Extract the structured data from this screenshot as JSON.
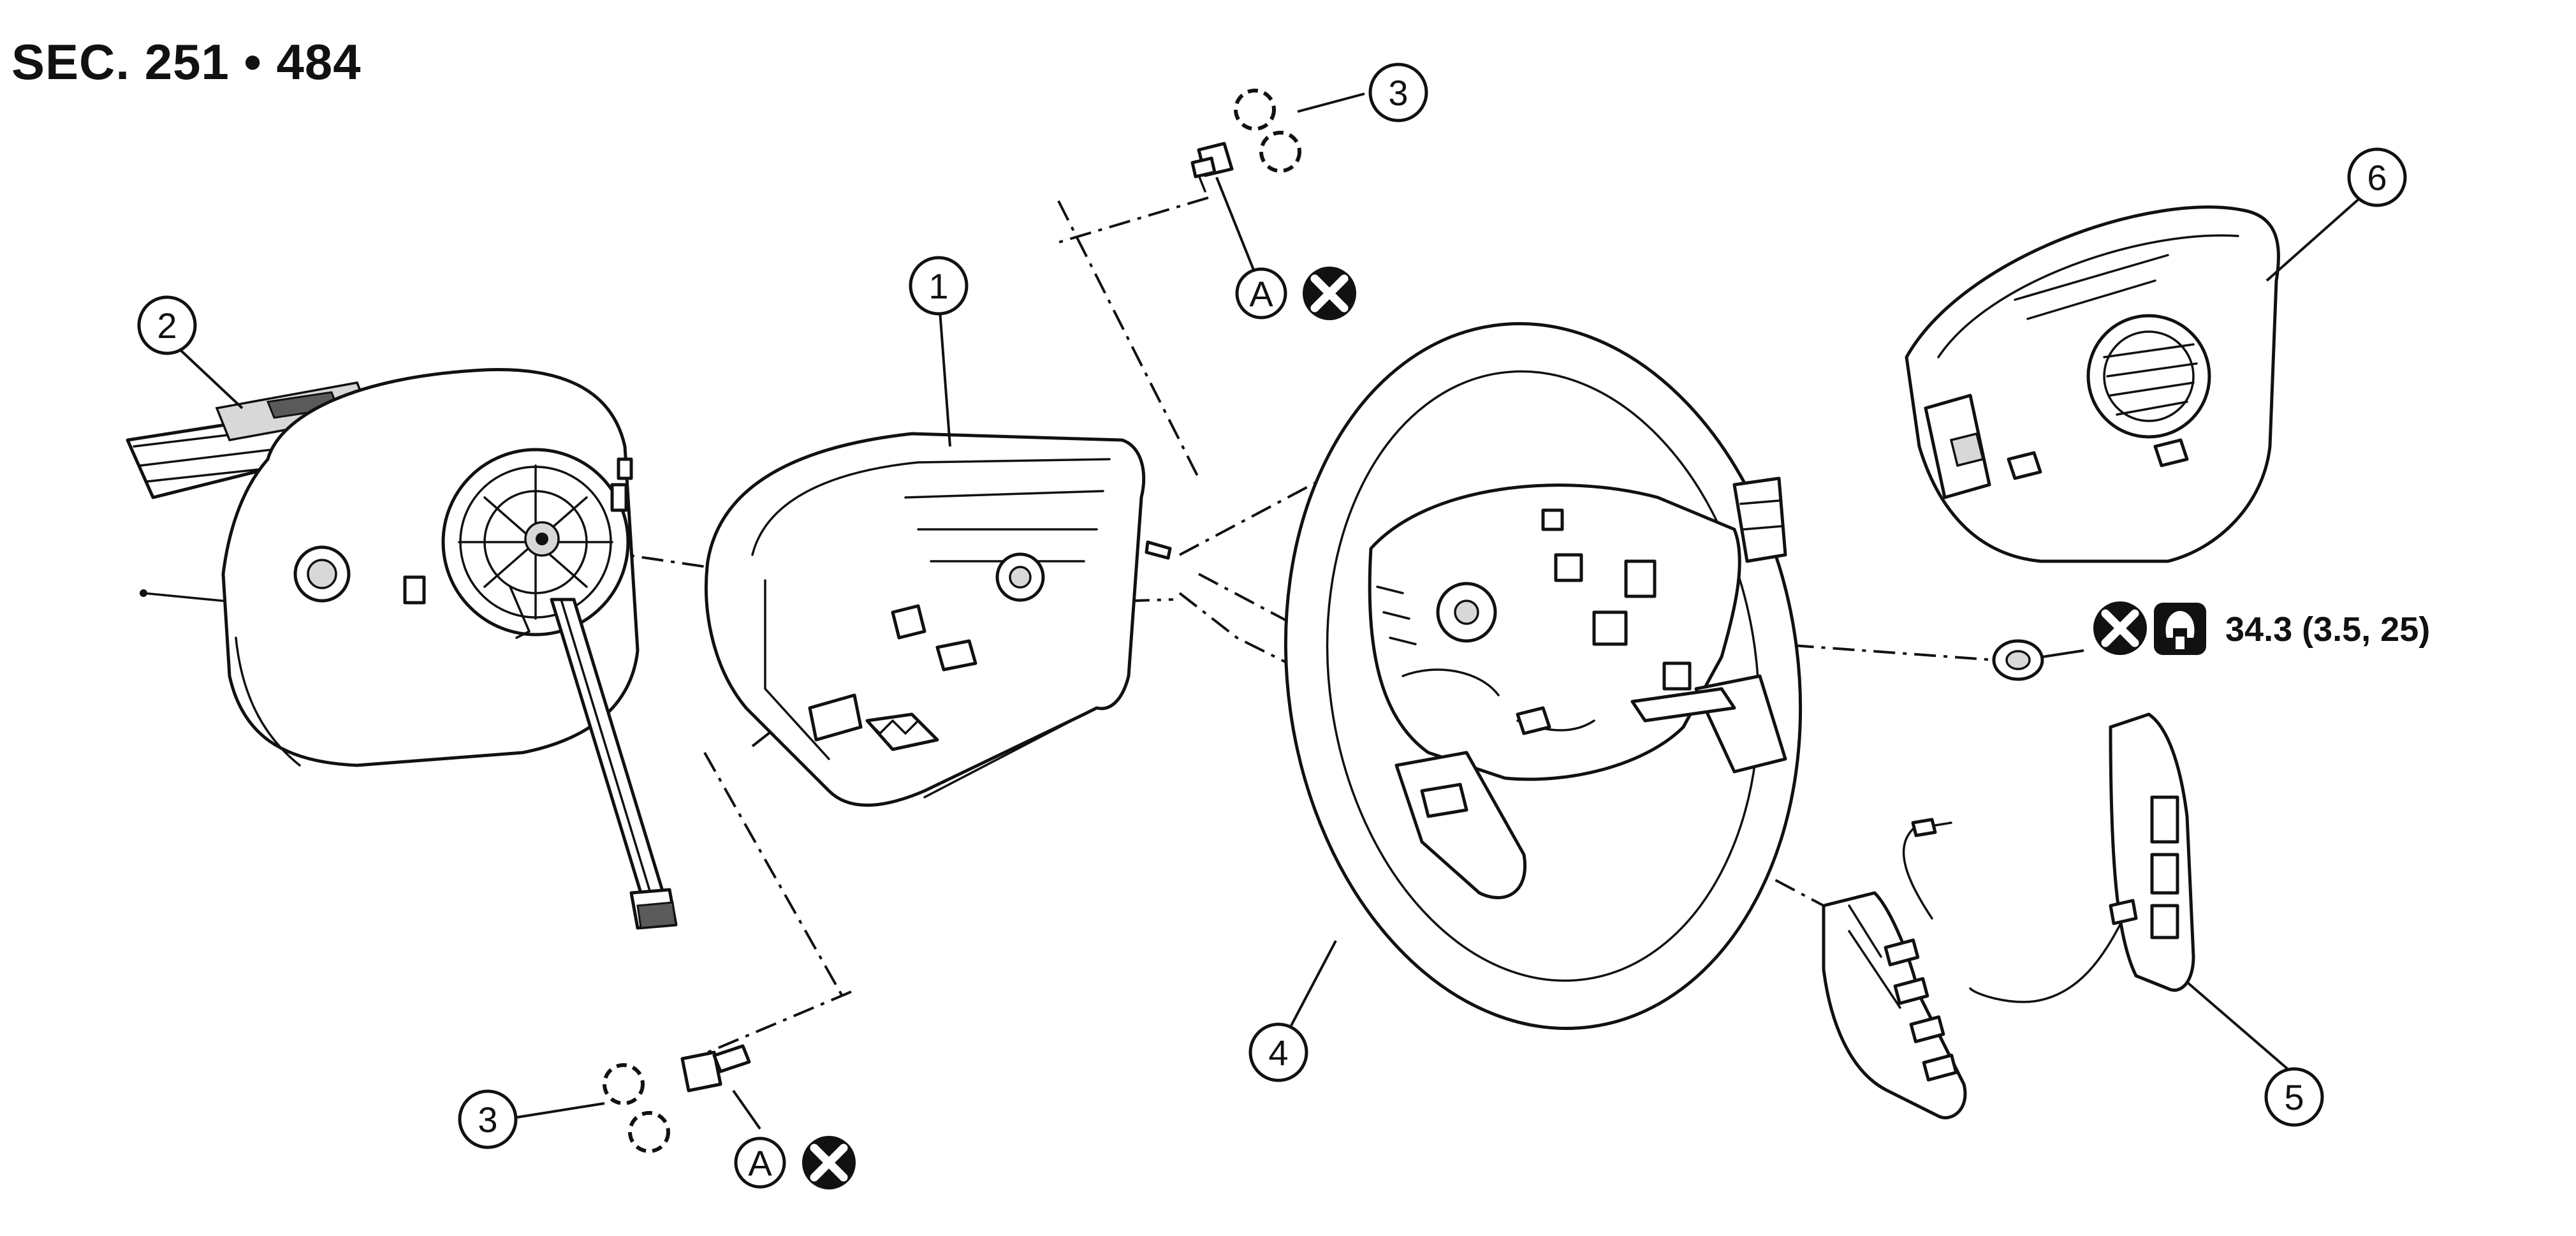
{
  "diagram": {
    "section_label": "SEC. 251 • 484",
    "callouts": [
      {
        "id": "callout-1",
        "text": "1"
      },
      {
        "id": "callout-2",
        "text": "2"
      },
      {
        "id": "callout-3a",
        "text": "3"
      },
      {
        "id": "callout-3b",
        "text": "3"
      },
      {
        "id": "callout-4",
        "text": "4"
      },
      {
        "id": "callout-5",
        "text": "5"
      },
      {
        "id": "callout-6",
        "text": "6"
      }
    ],
    "markers": [
      {
        "id": "marker-a-top",
        "text": "A"
      },
      {
        "id": "marker-a-bottom",
        "text": "A"
      }
    ],
    "torque_spec": "34.3 (3.5, 25)",
    "icons": [
      "no-reuse-icon",
      "torque-wrench-icon",
      "dashed-clip-icon"
    ],
    "colors": {
      "line": "#111111",
      "background": "#ffffff",
      "fill_light": "#d8d8d8",
      "fill_dark": "#5a5a5a"
    }
  }
}
